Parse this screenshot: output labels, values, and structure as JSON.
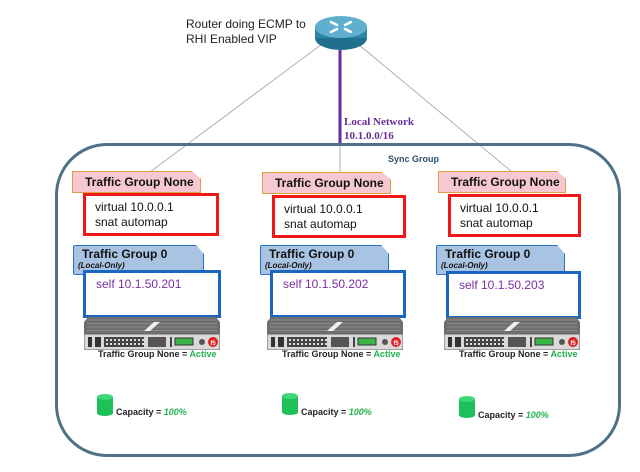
{
  "router": {
    "caption_line1": "Router doing ECMP to",
    "caption_line2": "RHI Enabled VIP",
    "icon": "router-icon"
  },
  "network": {
    "label_line1": "Local Network",
    "label_line2": "10.1.0.0/16"
  },
  "sync_group": {
    "label": "Sync Group"
  },
  "colors": {
    "traffic_group_none_fill": "#f8c8d2",
    "traffic_group_none_border": "#e0a040",
    "virtual_box_border": "#f01818",
    "traffic_group_0_fill": "#a9c4e2",
    "self_box_border": "#1a66c0",
    "active": "#22b14c",
    "network_line": "#6a2a9a",
    "sync_group_border": "#4f7188"
  },
  "devices": [
    {
      "tg_none_label": "Traffic Group None",
      "virtual_line1": "virtual 10.0.0.1",
      "virtual_line2": "snat automap",
      "tg0_label": "Traffic Group 0",
      "tg0_sub": "(Local-Only)",
      "self_ip": "self 10.1.50.201",
      "status_prefix": "Traffic Group None = ",
      "status_value": "Active",
      "capacity_prefix": "Capacity = ",
      "capacity_value": "100%"
    },
    {
      "tg_none_label": "Traffic Group None",
      "virtual_line1": "virtual 10.0.0.1",
      "virtual_line2": "snat automap",
      "tg0_label": "Traffic Group 0",
      "tg0_sub": "(Local-Only)",
      "self_ip": "self 10.1.50.202",
      "status_prefix": "Traffic Group None = ",
      "status_value": "Active",
      "capacity_prefix": "Capacity = ",
      "capacity_value": "100%"
    },
    {
      "tg_none_label": "Traffic Group None",
      "virtual_line1": "virtual 10.0.0.1",
      "virtual_line2": "snat automap",
      "tg0_label": "Traffic Group 0",
      "tg0_sub": "(Local-Only)",
      "self_ip": "self 10.1.50.203",
      "status_prefix": "Traffic Group None = ",
      "status_value": "Active",
      "capacity_prefix": "Capacity = ",
      "capacity_value": "100%"
    }
  ]
}
